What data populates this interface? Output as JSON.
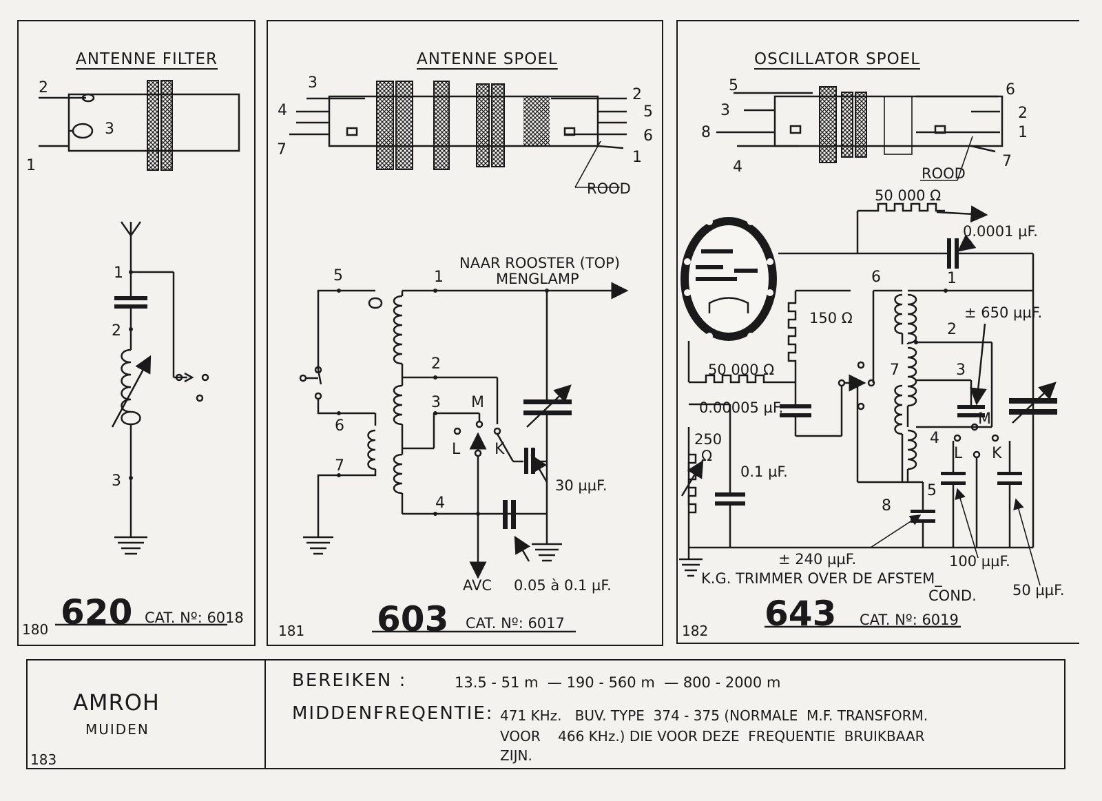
{
  "panels": {
    "p180": {
      "title": "ANTENNE FILTER",
      "pins": [
        "2",
        "3",
        "1"
      ],
      "nodes": [
        "1",
        "2",
        "3"
      ],
      "model": "620",
      "cat": "CAT. Nº: 6018",
      "number": "180"
    },
    "p181": {
      "title": "ANTENNE SPOEL",
      "pins": [
        "3",
        "4",
        "7",
        "2",
        "5",
        "6",
        "1"
      ],
      "rood": "ROOD",
      "naar": "NAAR ROOSTER (TOP)",
      "menglamp": "MENGLAMP",
      "nodes": [
        "5",
        "1",
        "2",
        "3",
        "6",
        "7",
        "4"
      ],
      "m": "M",
      "l": "L",
      "k": "K",
      "c30": "30 µµF.",
      "avc": "AVC",
      "c005": "0.05 à 0.1 µF.",
      "model": "603",
      "cat": "CAT. Nº: 6017",
      "number": "181"
    },
    "p182": {
      "title": "OSCILLATOR SPOEL",
      "pins": [
        "5",
        "3",
        "8",
        "4",
        "6",
        "2",
        "1",
        "7"
      ],
      "rood": "ROOD",
      "r50000a": "50 000 Ω",
      "c0001": "0.0001 µF.",
      "r150": "150 Ω",
      "nodes": [
        "6",
        "1",
        "2",
        "3",
        "7",
        "4",
        "5",
        "8"
      ],
      "c650": "± 650 µµF.",
      "r50000b": "50 000 Ω",
      "c000005": "0.00005 µF.",
      "r250": "250",
      "r250u": "Ω",
      "c01": "0.1 µF.",
      "m": "M",
      "l": "L",
      "k": "K",
      "c240": "± 240 µµF.",
      "c100": "100 µµF.",
      "trimmer1": "K.G. TRIMMER OVER DE AFSTEM_",
      "trimmer2": "COND.",
      "c50": "50 µµF.",
      "model": "643",
      "cat": "CAT. Nº: 6019",
      "number": "182"
    }
  },
  "footer": {
    "brand": "AMROH",
    "city": "MUIDEN",
    "number": "183",
    "bereiken_label": "BEREIKEN :",
    "bereiken_values": "13.5 - 51 m  — 190 - 560 m  — 800 - 2000 m",
    "mf_label": "MIDDENFREQENTIE:",
    "mf_line1": "471 KHz.   BUV. TYPE  374 - 375 (NORMALE  M.F. TRANSFORM.",
    "mf_line2": "VOOR    466 KHz.) DIE VOOR DEZE  FREQUENTIE  BRUIKBAAR",
    "mf_line3": "ZIJN."
  }
}
